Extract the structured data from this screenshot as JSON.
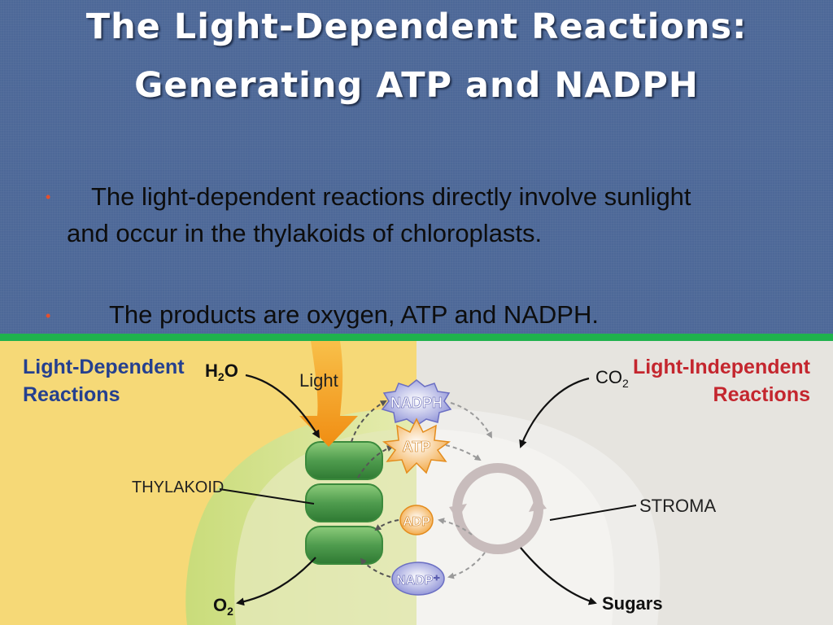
{
  "slide": {
    "title_line1": "The Light-Dependent Reactions:",
    "title_line2": "Generating ATP and NADPH",
    "bullets": [
      {
        "marker": "•",
        "line1": "The light-dependent reactions directly involve sunlight",
        "line2": "and occur in the thylakoids of chloroplasts."
      },
      {
        "marker": "•",
        "line1": "The products are oxygen, ATP and NADPH."
      }
    ]
  },
  "diagram": {
    "left_title_1": "Light-Dependent",
    "left_title_2": "Reactions",
    "right_title_1": "Light-Independent",
    "right_title_2": "Reactions",
    "h2o": "H",
    "h2o_sub": "2",
    "h2o_end": "O",
    "light": "Light",
    "nadph": "NADPH",
    "atp": "ATP",
    "adp": "ADP",
    "nadp": "NADP⁺",
    "co2": "CO",
    "co2_sub": "2",
    "thylakoid": "THYLAKOID",
    "stroma": "STROMA",
    "o2": "O",
    "o2_sub": "2",
    "sugars": "Sugars",
    "colors": {
      "left_bg": "#f6d977",
      "right_bg": "#e6e4df",
      "title_blue": "#25408f",
      "title_red": "#c4262e",
      "thylakoid_green": "#5daa5a",
      "light_orange": "#f6a21c",
      "slide_bg": "#4d6898",
      "divider_green": "#1fb24d"
    }
  }
}
